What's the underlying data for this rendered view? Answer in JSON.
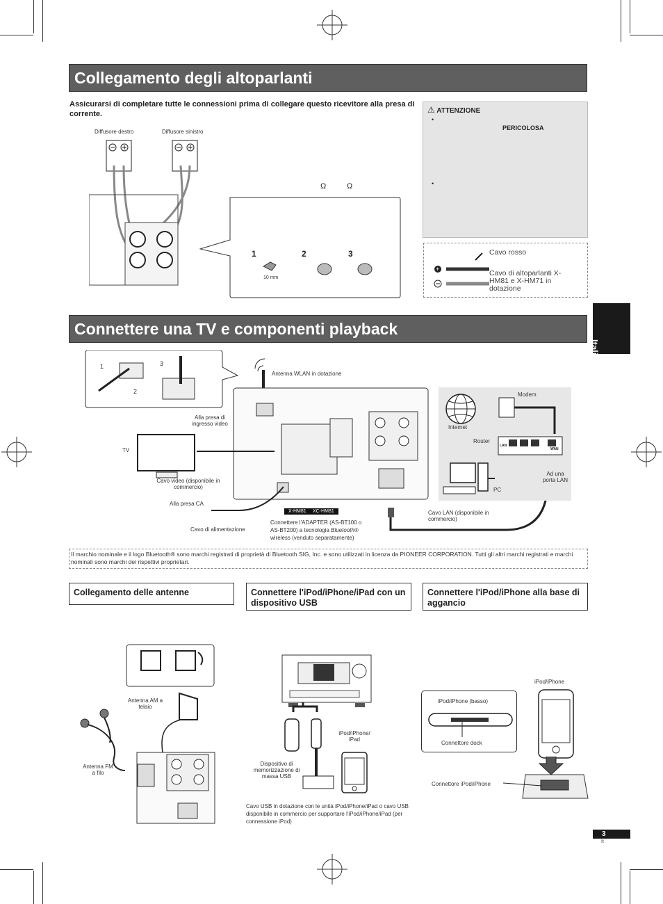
{
  "section1": {
    "title": "Collegamento degli altoparlanti",
    "intro": "Assicurarsi di completare tutte le connessioni prima di collegare questo ricevitore alla presa di corrente.",
    "label_right_speaker": "Diffusore destro",
    "label_left_speaker": "Diffusore sinistro",
    "ohm_symbol": "Ω",
    "step_1": "1",
    "step_2": "2",
    "step_3": "3",
    "wire_length": "10 mm",
    "attention": {
      "heading": "ATTENZIONE",
      "bullet": "•",
      "keyword": "PERICOLOSA"
    },
    "cable_legend": {
      "red_cable": "Cavo rosso",
      "speaker_cable": "Cavo di altoparlanti X-HM81 e X-HM71 in dotazione"
    }
  },
  "section2": {
    "title": "Connettere una TV e componenti playback",
    "step_1": "1",
    "step_2": "2",
    "step_3": "3",
    "wlan_antenna": "Antenna WLAN in dotazione",
    "video_input": "Alla presa di ingresso video",
    "tv": "TV",
    "video_cable": "Cavo video (disponibile in commercio)",
    "ac_outlet": "Alla presa CA",
    "power_cord": "Cavo di alimentazione",
    "model_a": "X-HM81",
    "model_b": "XC-HM81",
    "bt_adapter_1": "Connettere l'ADAPTER (AS-BT100 o",
    "bt_adapter_2": "AS-BT200) a tecnologia",
    "bt_word": "Bluetooth",
    "bt_adapter_3": "wireless (venduto separatamente)",
    "lan_cable": "Cavo LAN (disponibile in commercio)",
    "modem": "Modem",
    "internet": "Internet",
    "router": "Router",
    "lan_port": "Ad una porta LAN",
    "pc": "PC",
    "lan_label": "LAN",
    "wan_label": "WAN"
  },
  "trademark": "Il marchio nominale e il logo Bluetooth® sono marchi registrati di proprietà di Bluetooth SIG, Inc. e sono utilizzati in licenza da PIONEER CORPORATION. Tutti gli altri marchi registrati e marchi nominali sono marchi dei rispettivi proprietari.",
  "subsections": {
    "antennas": {
      "title": "Collegamento delle antenne",
      "am_antenna": "Antenna AM a telaio",
      "fm_antenna": "Antenna FM a filo"
    },
    "usb": {
      "title": "Connettere l'iPod/iPhone/iPad con un dispositivo USB",
      "mass_storage": "Dispositivo di memorizzazione di massa USB",
      "ipod_label": "iPod/iPhone/ iPad",
      "caption": "Cavo USB in dotazione con le unità iPod/iPhone/iPad o cavo USB disponibile in commercio per supportare l'iPod/iPhone/iPad (per connessione iPod)"
    },
    "dock": {
      "title": "Connettere l'iPod/iPhone alla base di aggancio",
      "ipod_top": "iPod/iPhone",
      "ipod_bottom": "iPod/iPhone (basso)",
      "dock_connector": "Connettore dock",
      "ipod_connector": "Connettore iPod/iPhone"
    }
  },
  "side_tab": "Italiano",
  "page_number": "3",
  "page_lang": "It"
}
